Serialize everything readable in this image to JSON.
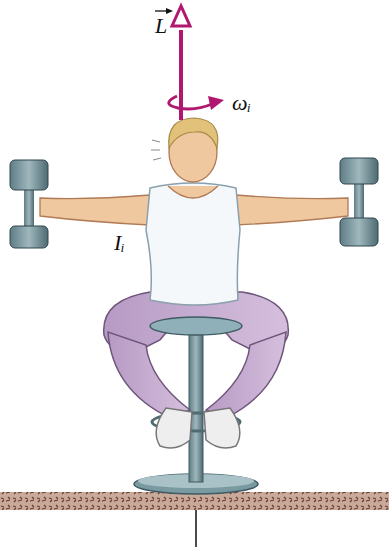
{
  "diagram": {
    "labels": [
      "L",
      "ωᵢ",
      "Iᵢ"
    ]
  }
}
